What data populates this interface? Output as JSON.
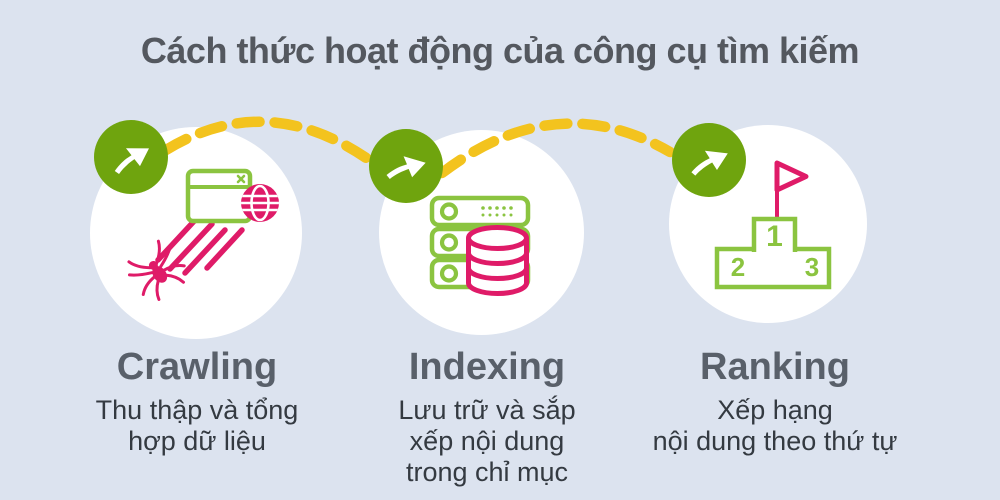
{
  "title": "Cách thức hoạt động của công cụ tìm kiếm",
  "colors": {
    "background": "#dce3ef",
    "circle_fill": "#ffffff",
    "badge_green": "#6fa40e",
    "icon_green": "#8bc440",
    "icon_pink": "#df1b68",
    "connector_yellow": "#f3c31e",
    "title_text": "#54585f",
    "heading_text": "#59606a",
    "description_text": "#343a41"
  },
  "connector": {
    "style": "dashed-arc",
    "color": "#f3c31e",
    "badge_icon": "arrow-right-icon",
    "count": 2
  },
  "steps": [
    {
      "heading": "Crawling",
      "description_lines": [
        "Thu thập và tổng",
        "hợp dữ liệu"
      ],
      "icon": "spider-browser-globe-icon"
    },
    {
      "heading": "Indexing",
      "description_lines": [
        "Lưu trữ và sắp",
        "xếp nội dung",
        "trong chỉ mục"
      ],
      "icon": "server-database-icon"
    },
    {
      "heading": "Ranking",
      "description_lines": [
        "Xếp hạng",
        "nội dung theo thứ tự"
      ],
      "icon": "podium-flag-icon",
      "podium_numbers": [
        "1",
        "2",
        "3"
      ]
    }
  ]
}
